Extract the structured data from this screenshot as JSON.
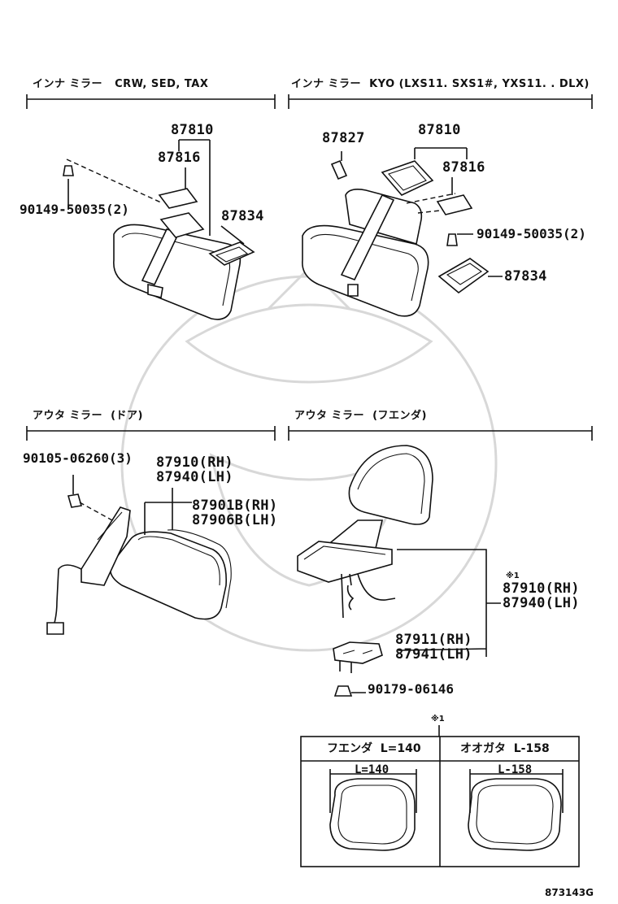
{
  "sections": {
    "inner_left": "インナ ミラー   CRW, SED, TAX",
    "inner_right": "インナ ミラー  KYO (LXS11. SXS1#, YXS11. . DLX)",
    "outer_left": "アウタ ミラー  (ドア)",
    "outer_right": "アウタ ミラー  (フエンダ)"
  },
  "parts": {
    "p87810_l": "87810",
    "p87816_l": "87816",
    "p90149_l": "90149-50035(2)",
    "p87834_l": "87834",
    "p87827": "87827",
    "p87810_r": "87810",
    "p87816_r": "87816",
    "p90149_r": "90149-50035(2)",
    "p87834_r": "87834",
    "p90105": "90105-06260(3)",
    "p87910_rh_l": "87910(RH)",
    "p87940_lh_l": "87940(LH)",
    "p87901b": "87901B(RH)",
    "p87906b": "87906B(LH)",
    "note_mark": "※1",
    "p87910_rh_r": "87910(RH)",
    "p87940_lh_r": "87940(LH)",
    "p87911": "87911(RH)",
    "p87941": "87941(LH)",
    "p90179": "90179-06146"
  },
  "table": {
    "mark": "※1",
    "col1_header": "フエンダ  L=140",
    "col2_header": "オオガタ  L-158",
    "col1_dim": "L=140",
    "col2_dim": "L-158"
  },
  "footer_code": "873143G"
}
